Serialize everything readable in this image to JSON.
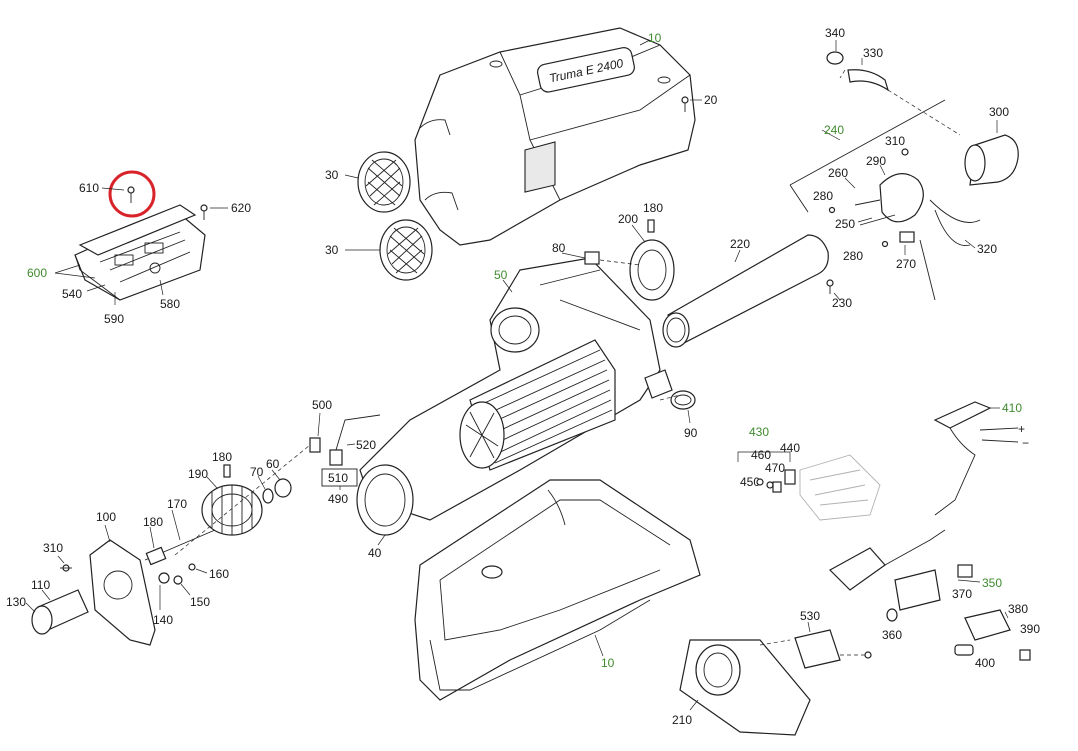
{
  "colors": {
    "group_label": "#3f8a2e",
    "highlight": "#d9232a",
    "line": "#222222"
  },
  "housing_logo": "Truma E 2400",
  "labels": {
    "p10a": "10",
    "p10b": "10",
    "p20": "20",
    "p30a": "30",
    "p30b": "30",
    "p40": "40",
    "p50": "50",
    "p60": "60",
    "p70": "70",
    "p80": "80",
    "p90": "90",
    "p100": "100",
    "p110": "110",
    "p130": "130",
    "p140": "140",
    "p150": "150",
    "p160": "160",
    "p170": "170",
    "p180a": "180",
    "p180b": "180",
    "p180c": "180",
    "p190": "190",
    "p200": "200",
    "p210": "210",
    "p220": "220",
    "p230": "230",
    "p240": "240",
    "p250": "250",
    "p260": "260",
    "p270": "270",
    "p280a": "280",
    "p280b": "280",
    "p290": "290",
    "p300": "300",
    "p310a": "310",
    "p310b": "310",
    "p320": "320",
    "p330": "330",
    "p340": "340",
    "p350": "350",
    "p360": "360",
    "p370": "370",
    "p380": "380",
    "p390": "390",
    "p400": "400",
    "p410": "410",
    "p430": "430",
    "p440": "440",
    "p450": "450",
    "p460": "460",
    "p470": "470",
    "p490": "490",
    "p500": "500",
    "p510": "510",
    "p520": "520",
    "p530": "530",
    "p540": "540",
    "p580": "580",
    "p590": "590",
    "p600": "600",
    "p610": "610",
    "p620": "620",
    "plus": "+",
    "minus": "−"
  }
}
